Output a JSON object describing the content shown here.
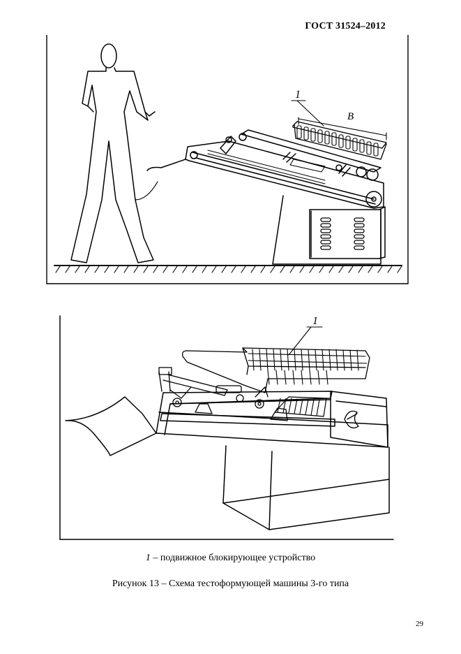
{
  "header": {
    "standard": "ГОСТ 31524–2012"
  },
  "figure_top": {
    "callout_1": "1",
    "dimension_label": "В"
  },
  "figure_bottom": {
    "callout_1": "1"
  },
  "legend": {
    "number": "1",
    "text": " – подвижное блокирующее устройство"
  },
  "caption": "Рисунок 13 – Схема тестоформующей машины 3-го типа",
  "footer": {
    "page_number": "29"
  }
}
